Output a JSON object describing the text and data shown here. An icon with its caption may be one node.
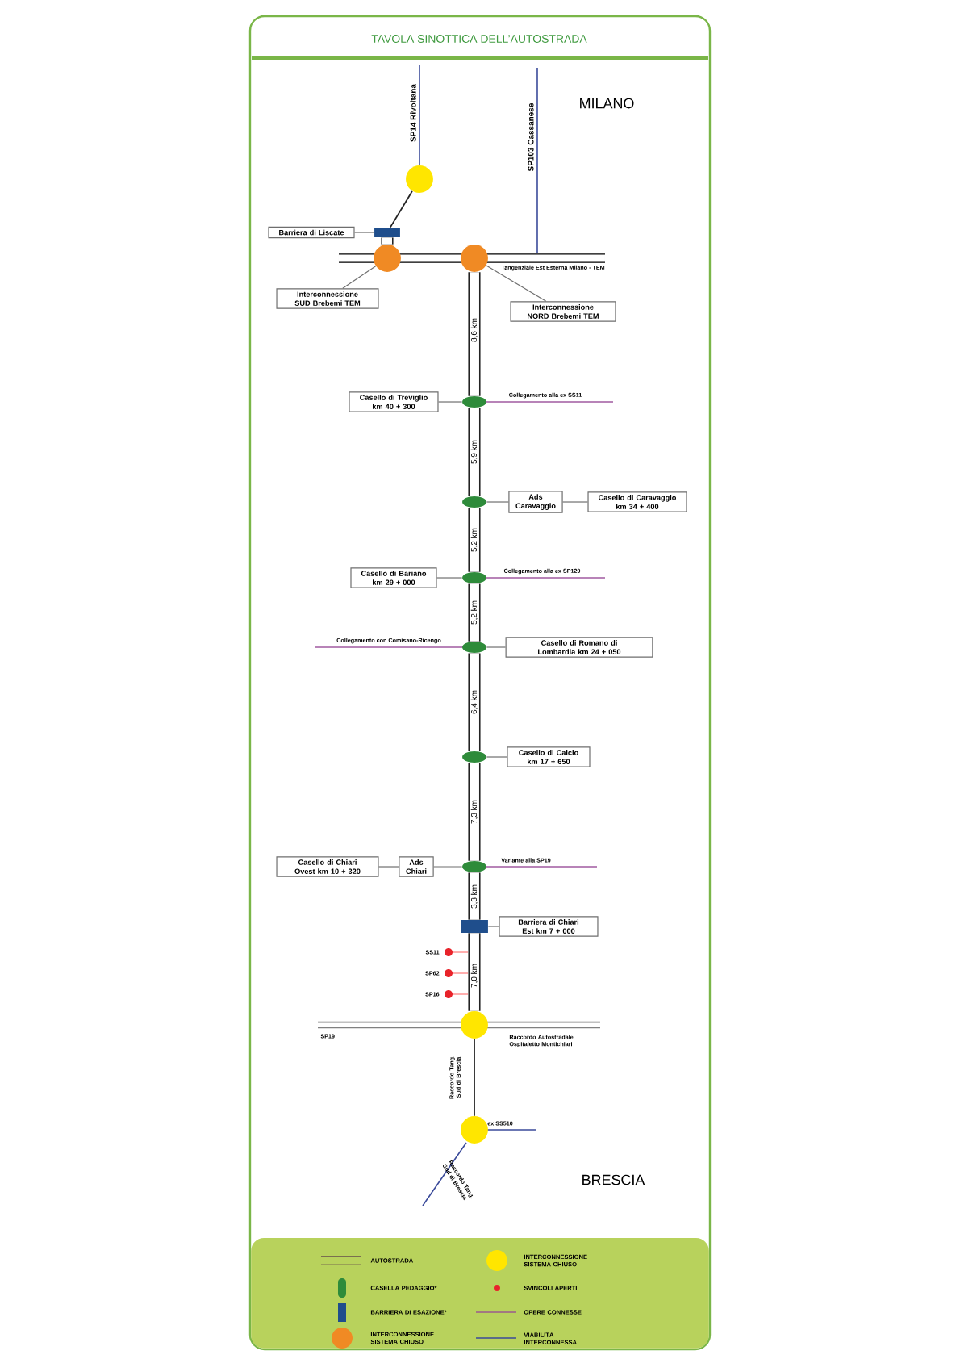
{
  "diagram": {
    "title": "TAVOLA SINOTTICA DELL’AUTOSTRADA",
    "nodes": [
      {
        "text": [
          "Barriera di Liscate"
        ]
      },
      {
        "text": [],
        "shape": "box"
      },
      {
        "text": [],
        "shape": "circle",
        "beside": [
          "SP14 Rivoltana"
        ]
      },
      {
        "text": [],
        "shape": "circle"
      },
      {
        "text": [],
        "shape": "circle",
        "beside": [
          "Tangenziale Est Esterna Milano - TEM"
        ]
      },
      {
        "text": [
          "Interconnessione SUD Brebemi TEM"
        ]
      },
      {
        "text": [
          "Interconnessione NORD Brebemi TEM"
        ]
      },
      {
        "text": [],
        "shape": "ellipse",
        "beside": [
          "Collegamento alla ex SS11"
        ]
      },
      {
        "text": [
          "Casello di Treviglio km 40 + 300"
        ]
      },
      {
        "text": [],
        "shape": "ellipse"
      },
      {
        "text": [
          "Ads Caravaggio"
        ]
      },
      {
        "text": [
          "Casello di Caravaggio km 34 + 400"
        ]
      },
      {
        "text": [],
        "shape": "ellipse",
        "beside": [
          "Collegamento alla ex SP129"
        ]
      },
      {
        "text": [
          "Casello di Bariano km 29 + 000"
        ]
      },
      {
        "text": [],
        "shape": "ellipse",
        "beside": [
          "Collegamento con Comisano-Ricengo"
        ]
      },
      {
        "text": [
          "Casello di Romano di Lombardia km 24 + 050"
        ]
      },
      {
        "text": [],
        "shape": "ellipse"
      },
      {
        "text": [
          "Casello di Calcio km 17 + 650"
        ]
      },
      {
        "text": [],
        "shape": "ellipse",
        "beside": [
          "Variante alla SP19"
        ]
      },
      {
        "text": [
          "Ads Chiari"
        ]
      },
      {
        "text": [
          "Casello di Chiari Ovest km 10 + 320"
        ]
      },
      {
        "text": [],
        "shape": "box"
      },
      {
        "text": [
          "Barriera di Chiari Est km 7 + 000"
        ]
      },
      {
        "text": [],
        "shape": "circle",
        "beside": [
          "SS11"
        ]
      },
      {
        "text": [],
        "shape": "circle",
        "beside": [
          "SP62"
        ]
      },
      {
        "text": [],
        "shape": "circle",
        "beside": [
          "SP16"
        ]
      },
      {
        "text": [],
        "shape": "circle",
        "beside": [
          "Raccordo Autostradale Ospitaletto Montichiari"
        ]
      },
      {
        "text": [],
        "shape": "circle",
        "beside": [
          "ex SS510",
          "Raccordo Tang. Sud di Brescia"
        ]
      }
    ],
    "edges": [
      {
        "from": 0,
        "to": 1,
        "arrow": "none"
      },
      {
        "from": 2,
        "to": 1,
        "arrow": "none",
        "color": "#222222"
      },
      {
        "from": 1,
        "to": 3,
        "arrow": "none",
        "style": "thick",
        "color": "#222222"
      },
      {
        "from": 3,
        "to": 5,
        "arrow": "none"
      },
      {
        "from": 4,
        "to": 6,
        "arrow": "none"
      },
      {
        "from": 4,
        "to": 7,
        "arrow": "none",
        "style": "thick",
        "color": "#222222",
        "label": "8,6 km"
      },
      {
        "from": 8,
        "to": 7,
        "arrow": "none"
      },
      {
        "from": 7,
        "to": 9,
        "arrow": "none",
        "style": "thick",
        "color": "#222222",
        "label": "5,9 km"
      },
      {
        "from": 9,
        "to": 10,
        "arrow": "none"
      },
      {
        "from": 10,
        "to": 11,
        "arrow": "none"
      },
      {
        "from": 9,
        "to": 12,
        "arrow": "none",
        "style": "thick",
        "color": "#222222",
        "label": "5,2 km"
      },
      {
        "from": 13,
        "to": 12,
        "arrow": "none"
      },
      {
        "from": 12,
        "to": 14,
        "arrow": "none",
        "style": "thick",
        "color": "#222222",
        "label": "5,2 km"
      },
      {
        "from": 15,
        "to": 14,
        "arrow": "none"
      },
      {
        "from": 14,
        "to": 16,
        "arrow": "none",
        "style": "thick",
        "color": "#222222",
        "label": "6,4 km"
      },
      {
        "from": 17,
        "to": 16,
        "arrow": "none"
      },
      {
        "from": 16,
        "to": 18,
        "arrow": "none",
        "style": "thick",
        "color": "#222222",
        "label": "7,3 km"
      },
      {
        "from": 19,
        "to": 18,
        "arrow": "none"
      },
      {
        "from": 20,
        "to": 19,
        "arrow": "none"
      },
      {
        "from": 18,
        "to": 21,
        "arrow": "none",
        "style": "thick",
        "color": "#222222",
        "label": "3,3 km"
      },
      {
        "from": 22,
        "to": 21,
        "arrow": "none"
      },
      {
        "from": 21,
        "to": 26,
        "arrow": "none",
        "style": "thick",
        "color": "#222222",
        "label": "7,0 km"
      },
      {
        "from": 26,
        "to": 27,
        "arrow": "none",
        "color": "#222222",
        "label": "Raccordo Tang. Sud di Brescia"
      }
    ],
    "labels": [
      "MILANO",
      "SP103 Cassanese",
      "SP19",
      "BRESCIA"
    ],
    "legend": [
      {
        "text": "AUTOSTRADA"
      },
      {
        "text": "INTERCONNESSIONE SISTEMA CHIUSO",
        "color": "#ffe600"
      },
      {
        "text": "CASELLA PEDAGGIO*",
        "color": "#2e8b3a"
      },
      {
        "text": "SVINCOLI APERTI",
        "color": "#e8232a"
      },
      {
        "text": "BARRIERA DI ESAZIONE*",
        "color": "#1f4e8c"
      },
      {
        "text": "OPERE CONNESSE"
      },
      {
        "text": "INTERCONNESSIONE SISTEMA CHIUSO",
        "color": "#f08a24"
      },
      {
        "text": "VIABILITÀ INTERCONNESSA"
      }
    ]
  }
}
